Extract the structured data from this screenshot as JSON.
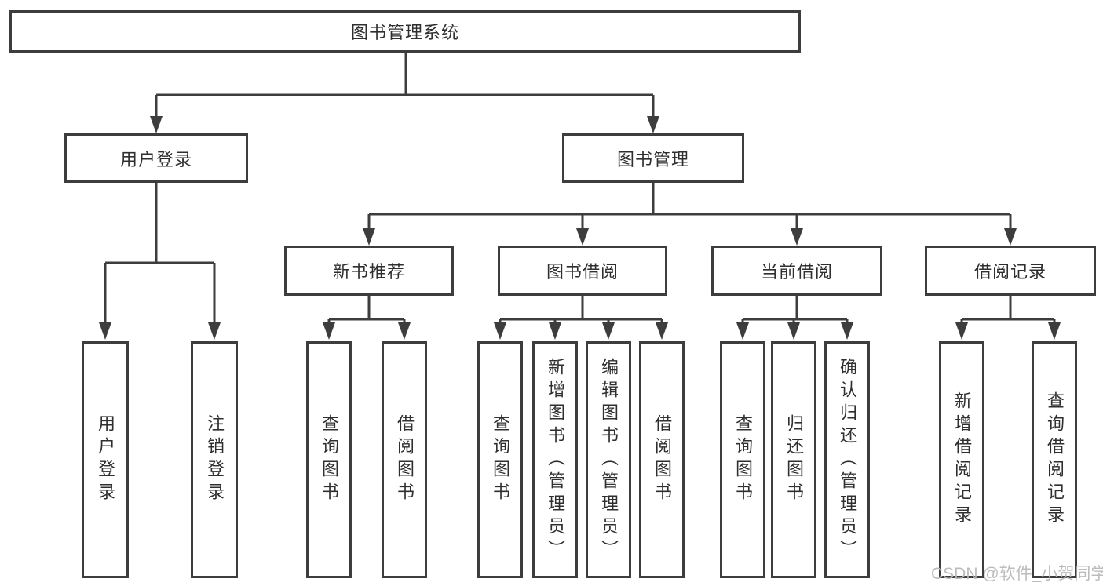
{
  "title": {
    "label": "图书管理系统"
  },
  "branches": {
    "user_login": {
      "label": "用户登录",
      "leaves": [
        {
          "label": "用户登录"
        },
        {
          "label": "注销登录"
        }
      ]
    },
    "book_management": {
      "label": "图书管理",
      "subbranches": [
        {
          "label": "新书推荐",
          "leaves": [
            {
              "label": "查询图书"
            },
            {
              "label": "借阅图书"
            }
          ]
        },
        {
          "label": "图书借阅",
          "leaves": [
            {
              "label": "查询图书"
            },
            {
              "label": "新增图书（管理员）"
            },
            {
              "label": "编辑图书（管理员）"
            },
            {
              "label": "借阅图书"
            }
          ]
        },
        {
          "label": "当前借阅",
          "leaves": [
            {
              "label": "查询图书"
            },
            {
              "label": "归还图书"
            },
            {
              "label": "确认归还（管理员）"
            }
          ]
        },
        {
          "label": "借阅记录",
          "leaves": [
            {
              "label": "新增借阅记录"
            },
            {
              "label": "查询借阅记录"
            }
          ]
        }
      ]
    }
  },
  "watermark": "CSDN @软件_小贺同学",
  "colors": {
    "line": "#3d3d3d",
    "text": "#2f2f2f",
    "background": "#ffffff",
    "watermark": "#b7b7b7"
  }
}
